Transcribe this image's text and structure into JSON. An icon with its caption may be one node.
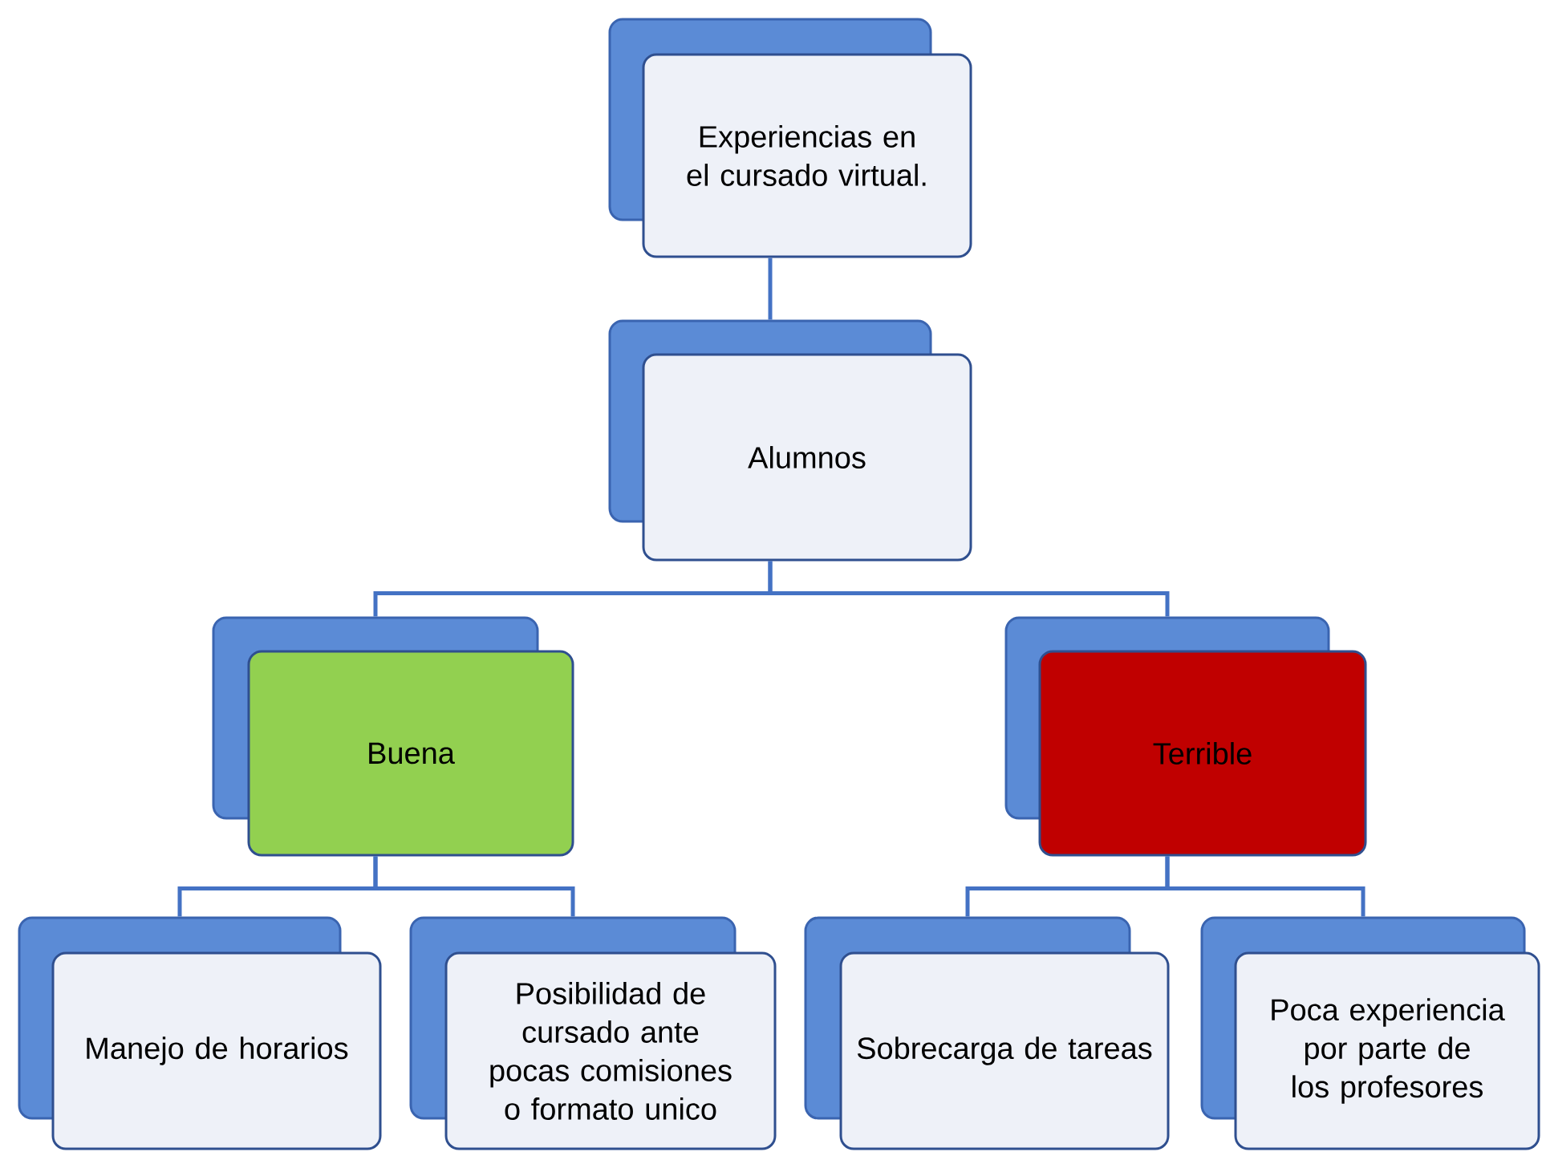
{
  "diagram": {
    "nodes": [
      {
        "text": [
          "Experiencias en el cursado virtual."
        ]
      },
      {
        "text": [
          "Alumnos"
        ]
      },
      {
        "text": [
          "Buena"
        ]
      },
      {
        "text": [
          "Terrible"
        ]
      },
      {
        "text": [
          "Manejo de horarios"
        ]
      },
      {
        "text": [
          "Posibilidad de cursado ante pocas comisiones o formato unico"
        ]
      },
      {
        "text": [
          "Sobrecarga de tareas"
        ]
      },
      {
        "text": [
          "Poca experiencia por parte de los profesores"
        ]
      }
    ],
    "edges": [
      {
        "from": 0,
        "to": 1,
        "arrow": "none"
      },
      {
        "from": 1,
        "to": 2,
        "arrow": "none"
      },
      {
        "from": 1,
        "to": 3,
        "arrow": "none"
      },
      {
        "from": 2,
        "to": 4,
        "arrow": "none"
      },
      {
        "from": 2,
        "to": 5,
        "arrow": "none"
      },
      {
        "from": 3,
        "to": 6,
        "arrow": "none"
      },
      {
        "from": 3,
        "to": 7,
        "arrow": "none"
      }
    ]
  }
}
